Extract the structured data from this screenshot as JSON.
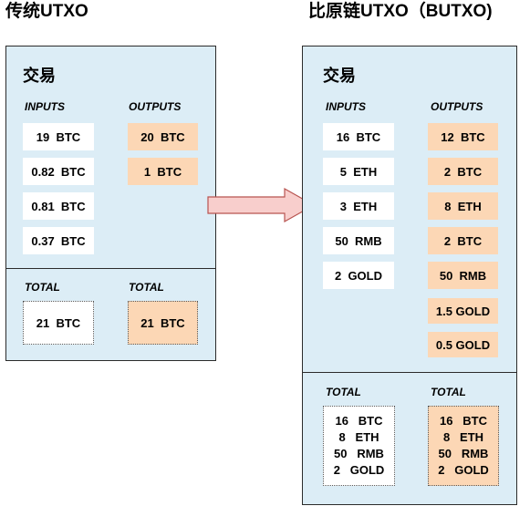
{
  "left": {
    "heading": "传统UTXO",
    "tx_title": "交易",
    "inputs_label": "INPUTS",
    "outputs_label": "OUTPUTS",
    "inputs": [
      "19  BTC",
      "0.82  BTC",
      "0.81  BTC",
      "0.37  BTC"
    ],
    "outputs": [
      "20  BTC",
      "1  BTC"
    ],
    "total_label_in": "TOTAL",
    "total_label_out": "TOTAL",
    "total_in": "21  BTC",
    "total_out": "21  BTC"
  },
  "right": {
    "heading": "比原链UTXO（BUTXO)",
    "tx_title": "交易",
    "inputs_label": "INPUTS",
    "outputs_label": "OUTPUTS",
    "inputs": [
      "16  BTC",
      "5  ETH",
      "3  ETH",
      "50  RMB",
      "2  GOLD"
    ],
    "outputs": [
      "12  BTC",
      "2  BTC",
      "8  ETH",
      "2  BTC",
      "50  RMB",
      "1.5 GOLD",
      "0.5 GOLD"
    ],
    "total_label_in": "TOTAL",
    "total_label_out": "TOTAL",
    "total_in": [
      "16   BTC",
      "8   ETH",
      "50   RMB",
      "2   GOLD"
    ],
    "total_out": [
      "16   BTC",
      "8   ETH",
      "50   RMB",
      "2   GOLD"
    ]
  },
  "colors": {
    "panel": "#dcedf6",
    "output_box": "#fcd7b5",
    "arrow_fill": "#f8cecc",
    "arrow_stroke": "#b85450"
  },
  "icons": {
    "arrow": "right-arrow-icon"
  }
}
